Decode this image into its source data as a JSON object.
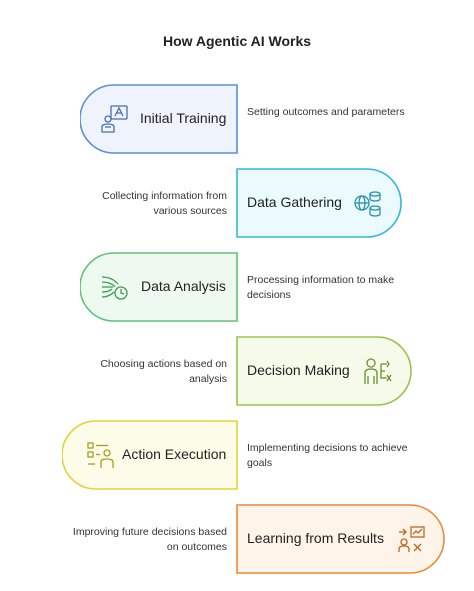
{
  "title": "How Agentic AI Works",
  "colors": {
    "blue": "#5b8fd6",
    "blue_fill": "#eef3fc",
    "cyan": "#33b8d6",
    "cyan_fill": "#eafafd",
    "green": "#5ec27a",
    "green_fill": "#eefaf0",
    "lime": "#9bc24d",
    "lime_fill": "#f5faea",
    "yellow": "#e1d337",
    "yellow_fill": "#fdfce8",
    "orange": "#ef8a34",
    "orange_fill": "#fff4ea"
  },
  "stages": [
    {
      "label": "Initial Training",
      "description": "Setting outcomes and parameters",
      "icon": "teacher-board-icon"
    },
    {
      "label": "Data Gathering",
      "description": "Collecting information from various sources",
      "icon": "database-globe-icon"
    },
    {
      "label": "Data Analysis",
      "description": "Processing information to make decisions",
      "icon": "analysis-clock-icon"
    },
    {
      "label": "Decision Making",
      "description": "Choosing actions based on analysis",
      "icon": "person-choice-icon"
    },
    {
      "label": "Action Execution",
      "description": "Implementing decisions to achieve goals",
      "icon": "task-list-person-icon"
    },
    {
      "label": "Learning from Results",
      "description": "Improving future decisions based on outcomes",
      "icon": "presentation-learning-icon"
    }
  ]
}
